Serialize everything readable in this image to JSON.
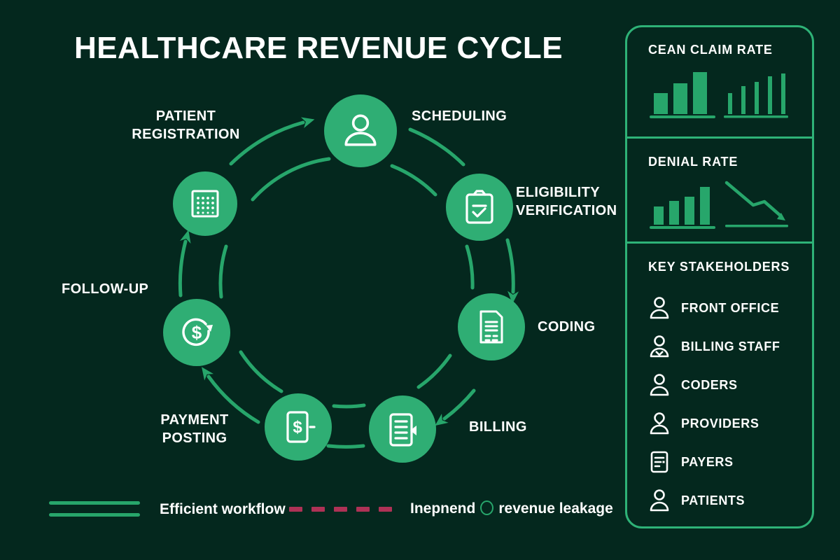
{
  "title": "HEALTHCARE REVENUE CYCLE",
  "cycle": {
    "nodes": {
      "scheduling": {
        "label": "SCHEDULING",
        "icon": "person-icon"
      },
      "eligibility": {
        "label": "ELIGIBILITY VERIFICATION",
        "icon": "clipboard-check-icon"
      },
      "coding": {
        "label": "CODING",
        "icon": "document-lines-icon"
      },
      "billing": {
        "label": "BILLING",
        "icon": "document-send-icon"
      },
      "payment_posting": {
        "label": "PAYMENT POSTING",
        "icon": "dollar-document-icon"
      },
      "follow_up": {
        "label": "FOLLOW-UP",
        "icon": "dollar-refresh-icon"
      },
      "patient_registration": {
        "label": "PATIENT REGISTRATION",
        "icon": "dot-grid-icon"
      }
    }
  },
  "sidebar": {
    "clean_claim": {
      "title": "CEAN CLAIM RATE"
    },
    "denial": {
      "title": "DENIAL RATE"
    },
    "stakeholders": {
      "title": "KEY STAKEHOLDERS",
      "items": [
        {
          "label": "FRONT OFFICE",
          "icon": "person-icon"
        },
        {
          "label": "BILLING STAFF",
          "icon": "person-collar-icon"
        },
        {
          "label": "CODERS",
          "icon": "person-icon"
        },
        {
          "label": "PROVIDERS",
          "icon": "person-pin-icon"
        },
        {
          "label": "PAYERS",
          "icon": "document-icon"
        },
        {
          "label": "PATIENTS",
          "icon": "person-icon"
        }
      ]
    }
  },
  "legend": {
    "efficient_label": "Efficient workflow",
    "leakage_label_prefix": "Inepnend",
    "leakage_label_suffix": "revenue leakage"
  },
  "colors": {
    "background": "#04281E",
    "node_green": "#2FAE74",
    "line_green": "#27A66B",
    "panel_border": "#2EB277",
    "leakage_red": "#AE3256",
    "text_white": "#FFFFFF"
  }
}
